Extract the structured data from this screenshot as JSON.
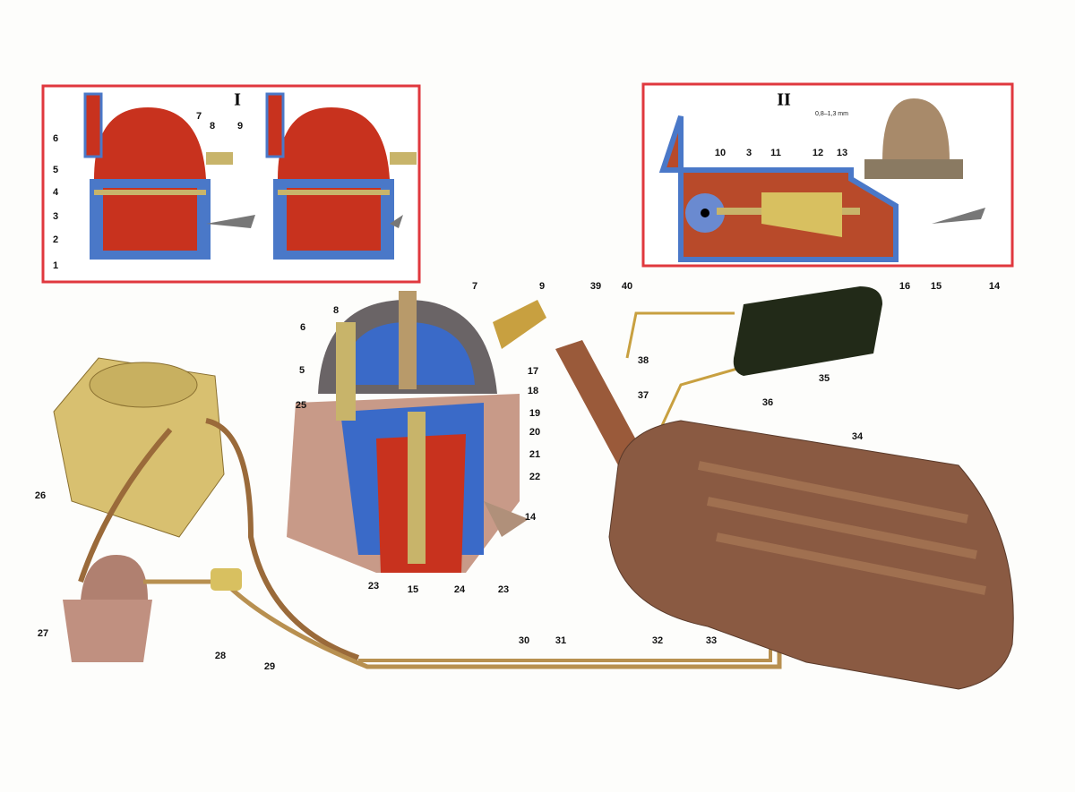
{
  "inset_1": {
    "title": "I",
    "labels": [
      "6",
      "7",
      "8",
      "9",
      "5",
      "4",
      "3",
      "2",
      "1"
    ]
  },
  "inset_2": {
    "title": "II",
    "gap_note": "0,8–1,3 mm",
    "labels": [
      "10",
      "3",
      "11",
      "12",
      "13",
      "16",
      "15",
      "14"
    ]
  },
  "main_labels": [
    "6",
    "8",
    "7",
    "9",
    "5",
    "17",
    "18",
    "25",
    "19",
    "20",
    "21",
    "22",
    "14",
    "23",
    "15",
    "24",
    "23",
    "26",
    "27",
    "28",
    "29",
    "30",
    "31",
    "32",
    "33",
    "34",
    "35",
    "36",
    "37",
    "38",
    "39",
    "40"
  ],
  "colors": {
    "frame": "#e0383e",
    "fuel_red": "#c8321e",
    "body_blue": "#4a78c8",
    "brass": "#c8b46a",
    "tank": "#8a5a42",
    "canister": "#222a18"
  }
}
